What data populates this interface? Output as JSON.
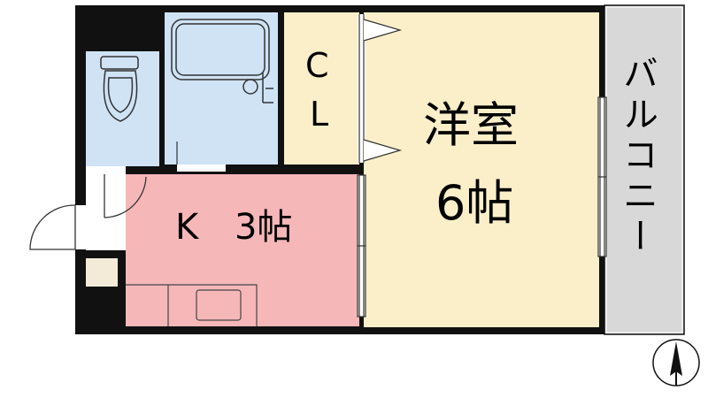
{
  "rooms": {
    "western": {
      "name": "洋室",
      "size": "6帖",
      "color": "#fbefc9"
    },
    "kitchen": {
      "name": "K",
      "size": "3帖",
      "color": "#f6b7b9"
    },
    "closet": {
      "line1": "C",
      "line2": "L",
      "color": "#fbefc9"
    },
    "balcony": {
      "name": "バルコニー",
      "color": "#d8d8d8"
    },
    "bath": {
      "color": "#cfe3f5"
    },
    "toilet": {
      "color": "#cfe3f5"
    },
    "entrance": {
      "color": "#f3ead8"
    }
  },
  "colors": {
    "wall": "#111111"
  },
  "compass": {
    "icon": "north-arrow-icon"
  }
}
